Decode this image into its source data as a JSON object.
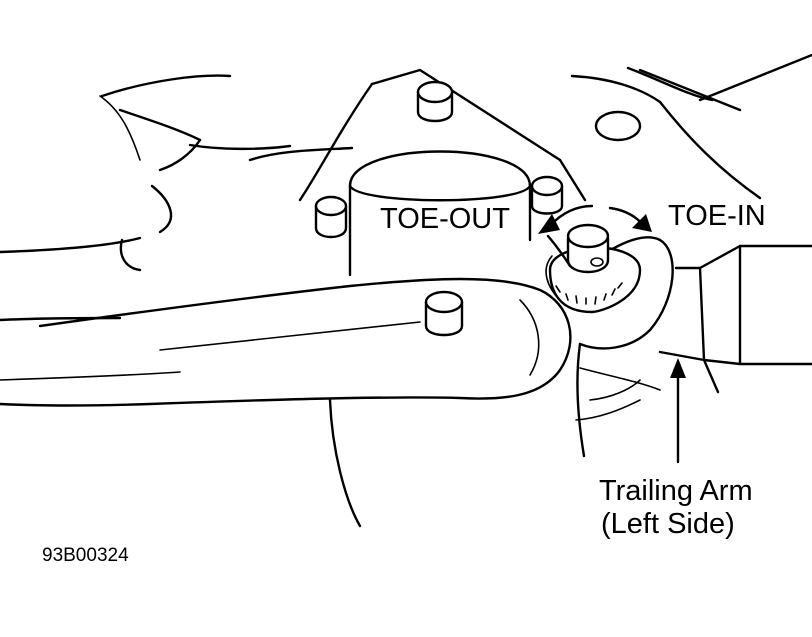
{
  "labels": {
    "toe_out": "TOE-OUT",
    "toe_in": "TOE-IN",
    "trailing_arm_line1": "Trailing Arm",
    "trailing_arm_line2": "(Left Side)",
    "figure_code": "93B00324"
  },
  "colors": {
    "line": "#000000",
    "background": "#ffffff"
  }
}
